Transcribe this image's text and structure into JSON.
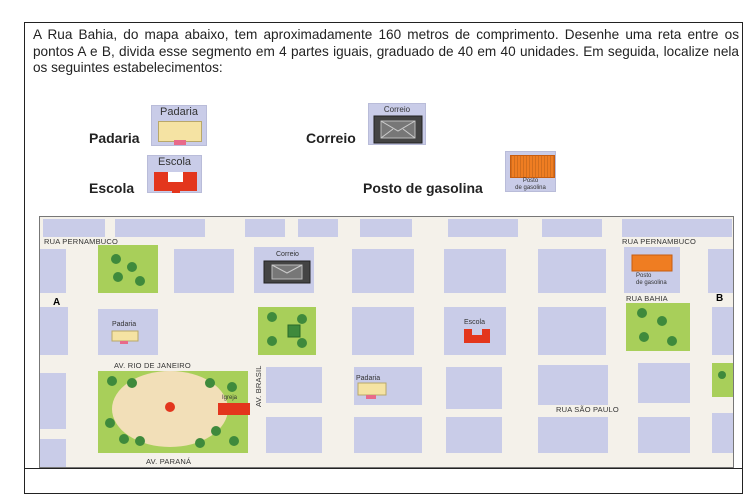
{
  "question": {
    "text": "A Rua Bahia, do mapa abaixo, tem aproximadamente 160 metros de comprimento. Desenhe uma reta entre os pontos A e B, divida esse segmento em 4 partes iguais, graduado de 40 em 40 unidades. Em seguida, localize nela os seguintes estabelecimentos:"
  },
  "legend": {
    "padaria": {
      "label": "Padaria",
      "icon_caption": "Padaria",
      "icon": "bakery-icon"
    },
    "correio": {
      "label": "Correio",
      "icon_caption": "Correio",
      "icon": "post-office-icon"
    },
    "escola": {
      "label": "Escola",
      "icon_caption": "Escola",
      "icon": "school-icon"
    },
    "posto": {
      "label": "Posto de gasolina",
      "icon_caption_line1": "Posto",
      "icon_caption_line2": "de gasolina",
      "icon": "gas-station-icon"
    }
  },
  "map": {
    "streets": {
      "pernambuco_left": "RUA PERNAMBUCO",
      "pernambuco_right": "RUA PERNAMBUCO",
      "bahia": "RUA BAHIA",
      "rio_de_janeiro": "AV. RIO DE JANEIRO",
      "brasil": "AV. BRASIL",
      "sao_paulo": "RUA SÃO PAULO",
      "parana": "AV. PARANÁ"
    },
    "points": {
      "a": "A",
      "b": "B"
    },
    "places": {
      "correio": "Correio",
      "posto_line1": "Posto",
      "posto_line2": "de gasolina",
      "padaria_1": "Padaria",
      "padaria_2": "Padaria",
      "escola": "Escola",
      "igreja": "Igreja"
    },
    "colors": {
      "block": "#c9cce8",
      "park": "#a8cf5a",
      "tree": "#3f8a3c",
      "plaza": "#f2dfb8",
      "road": "#f6f3ec",
      "school": "#e3361d",
      "gas": "#ef7d22",
      "post": "#555555",
      "bakery": "#f5e3a3"
    }
  }
}
